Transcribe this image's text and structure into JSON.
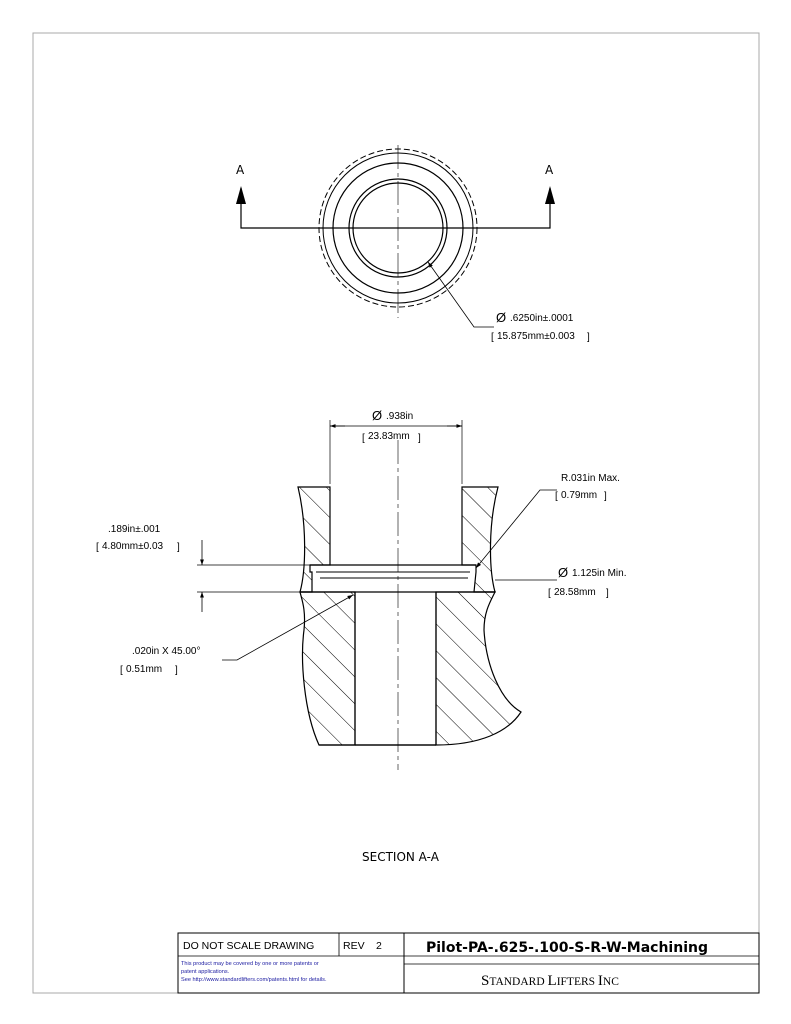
{
  "top_view": {
    "section_marker_left": "A",
    "section_marker_right": "A",
    "bore_diameter_in": ".6250in±.0001",
    "bore_diameter_mm": "15.875mm±0.003"
  },
  "section_view": {
    "counterbore_diameter_in": ".938in",
    "counterbore_diameter_mm": "23.83mm",
    "radius_in": "R.031in  Max.",
    "radius_mm": "0.79mm",
    "groove_width_in": ".189in±.001",
    "groove_width_mm": "4.80mm±0.03",
    "groove_diameter_in": "1.125in  Min.",
    "groove_diameter_mm": "28.58mm",
    "chamfer_in": ".020in    X 45.00°",
    "chamfer_mm": "0.51mm",
    "caption": "SECTION A-A"
  },
  "diameter_symbol": "Ø",
  "title_block": {
    "do_not_scale": "DO NOT SCALE DRAWING",
    "rev_label": "REV",
    "rev_value": "2",
    "part_number": "Pilot-PA-.625-.100-S-R-W-Machining",
    "patent_line_1": "This product may be covered by one or more patents or",
    "patent_line_2": "patent applications.",
    "patent_line_3": "See http://www.standardlifters.com/patents.html for details.",
    "company_first_1": "S",
    "company_rest_1": "TANDARD",
    "company_first_2": "L",
    "company_rest_2": "IFTERS",
    "company_first_3": "I",
    "company_rest_3": "NC"
  }
}
